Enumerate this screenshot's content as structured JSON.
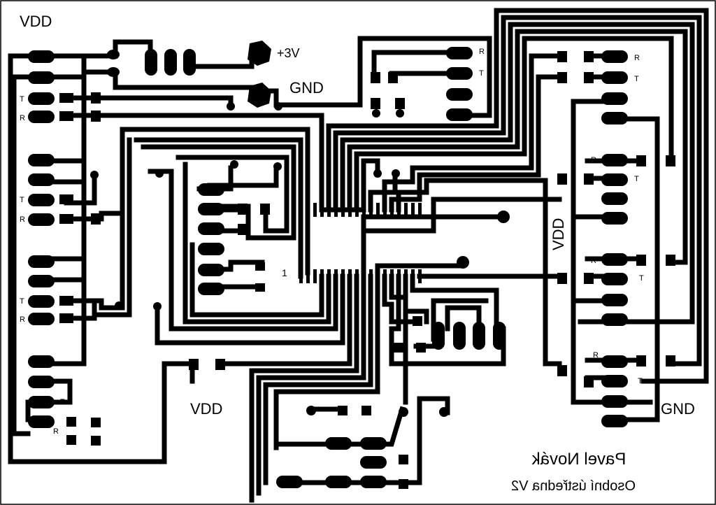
{
  "labels": {
    "vdd_top": "VDD",
    "plus3v": "+3V",
    "gnd_top": "GND",
    "vdd_mid": "VDD",
    "vdd_bottom": "VDD",
    "gnd_right": "GND",
    "pin1": "1",
    "author_name": "Pavel Novák",
    "project_name": "Osobní ústředna V2",
    "pad_r": "R",
    "pad_t": "T"
  },
  "colors": {
    "copper": "#000000",
    "background": "#ffffff"
  }
}
